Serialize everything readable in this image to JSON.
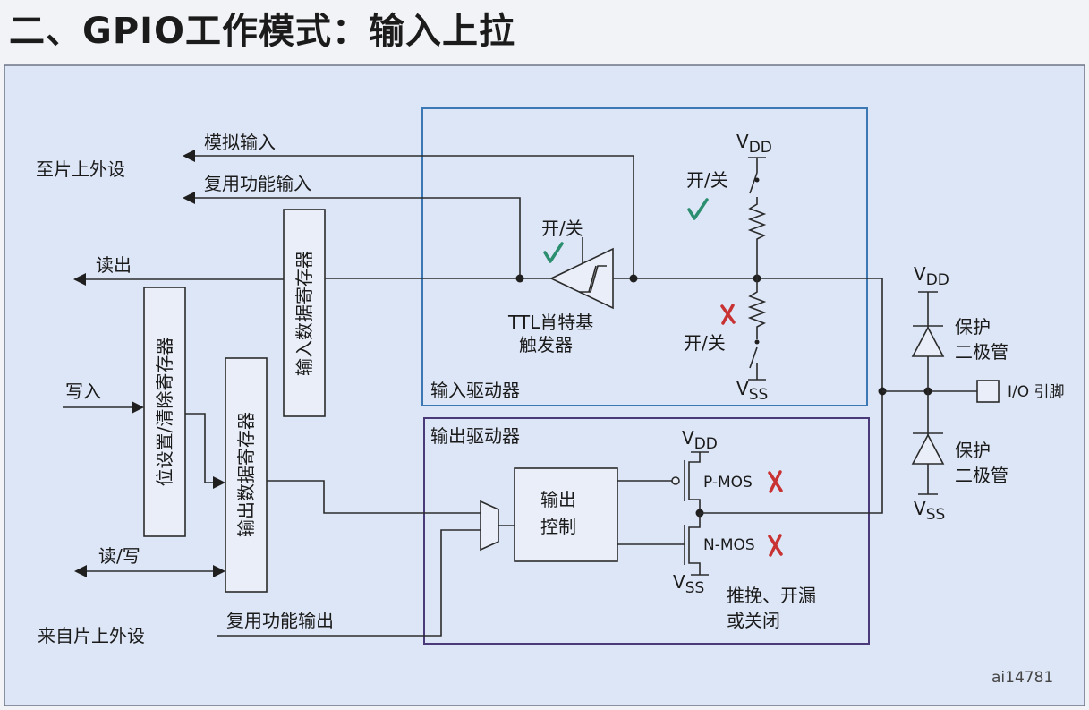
{
  "title": "二、GPIO工作模式：输入上拉",
  "colors": {
    "background": "#dde6f6",
    "input_driver_border": "#3c78b4",
    "output_driver_border": "#4a3a7a",
    "check": "#2b8e6e",
    "cross": "#c83232"
  },
  "labels": {
    "to_peripheral": "至片上外设",
    "analog_input": "模拟输入",
    "alt_func_input": "复用功能输入",
    "read": "读出",
    "write": "写入",
    "read_write": "读/写",
    "from_peripheral": "来自片上外设",
    "alt_func_output": "复用功能输出",
    "bit_set_reset_reg": "位设置/清除寄存器",
    "input_data_reg": "输入数据寄存器",
    "output_data_reg": "输出数据寄存器",
    "on_off": "开/关",
    "schmitt_line1": "TTL肖特基",
    "schmitt_line2": "触发器",
    "input_driver": "输入驱动器",
    "output_driver": "输出驱动器",
    "output_control_line1": "输出",
    "output_control_line2": "控制",
    "pmos": "P-MOS",
    "nmos": "N-MOS",
    "mode_line1": "推挽、开漏",
    "mode_line2": "或关闭",
    "protect_line1": "保护",
    "protect_line2": "二极管",
    "io_pin": "I/O 引脚",
    "vdd_main": "V",
    "vdd_sub": "DD",
    "vss_main": "V",
    "vss_sub": "SS",
    "ref": "ai14781"
  },
  "status": {
    "schmitt_switch": "on",
    "pull_up": "on",
    "pull_down": "off",
    "pmos": "off",
    "nmos": "off"
  }
}
